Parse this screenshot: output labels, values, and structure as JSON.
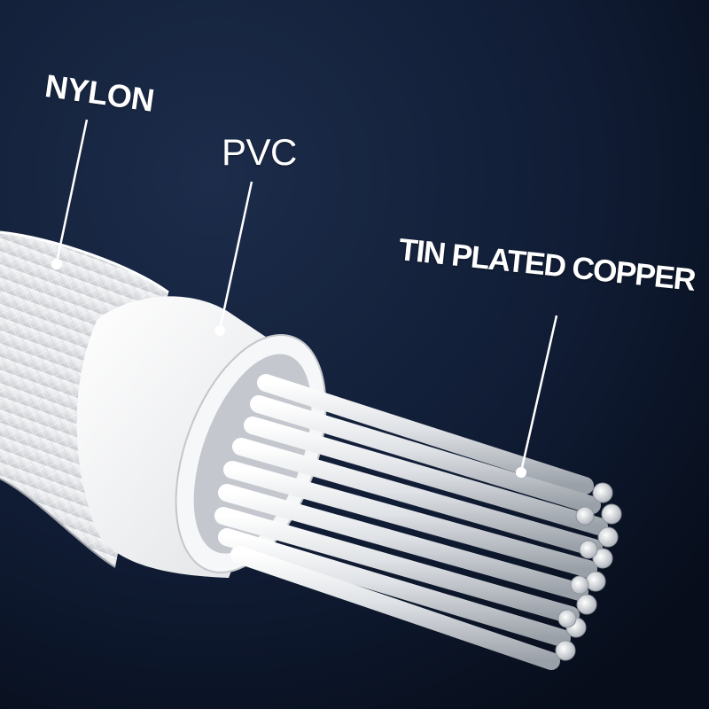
{
  "labels": {
    "nylon": "NYLON",
    "pvc": "PVC",
    "conductor": "TIN PLATED COPPER"
  },
  "colors": {
    "background_dark": "#0b1426",
    "background_light": "#1c2c4a",
    "jacket": "#e9eaec",
    "insulation": "#f7f7f8",
    "strand": "#c9ccd1",
    "callout": "#ffffff"
  },
  "icons": {
    "callout_marker": "circle-dot"
  }
}
